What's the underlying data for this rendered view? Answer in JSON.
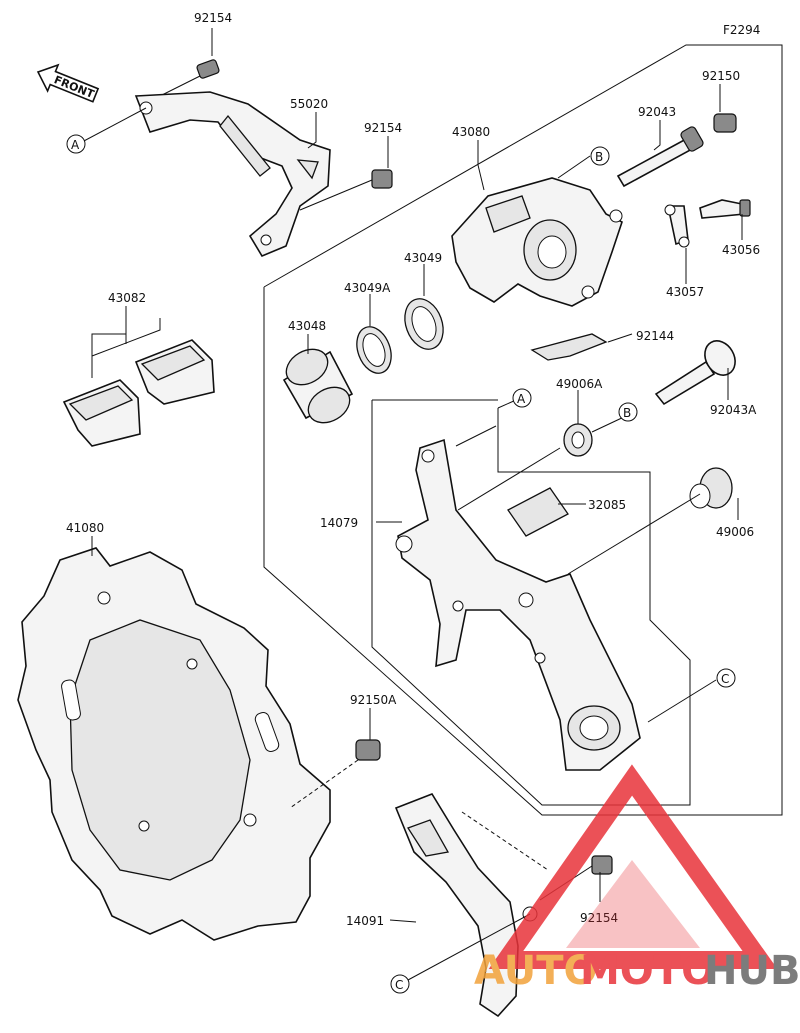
{
  "figure_code": "F2294",
  "front_label": "FRONT",
  "parts": {
    "p92154_top": "92154",
    "p55020": "55020",
    "p92154_mid": "92154",
    "p43080": "43080",
    "p92043": "92043",
    "p92150": "92150",
    "p43056": "43056",
    "p43057": "43057",
    "p43082": "43082",
    "p43049": "43049",
    "p43049A": "43049A",
    "p43048": "43048",
    "p92144": "92144",
    "p49006A": "49006A",
    "p92043A": "92043A",
    "p32085": "32085",
    "p14079": "14079",
    "p49006": "49006",
    "p41080": "41080",
    "p92150A": "92150A",
    "p14091": "14091",
    "p92154_bot": "92154"
  },
  "refs": {
    "A": "A",
    "B": "B",
    "C": "C"
  },
  "watermark": {
    "part1": "AUTO",
    "part2": "MOTO",
    "part3": "HUB",
    "color_red": "#e8333a",
    "color_orange": "#f2a23a",
    "color_gray": "#666666"
  }
}
